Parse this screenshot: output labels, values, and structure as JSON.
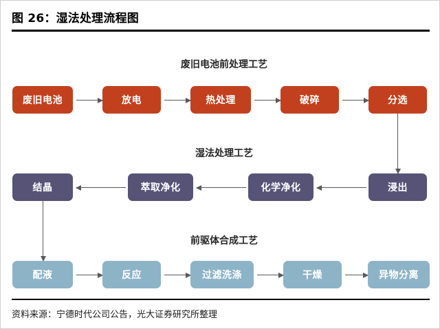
{
  "figure": {
    "title": "图 26：湿法处理流程图",
    "source": "资料来源：宁德时代公司公告，光大证券研究所整理"
  },
  "colors": {
    "pretreatment": "#c2401e",
    "hydrometallurgy": "#565377",
    "precursor": "#8db3c7",
    "connector": "#58595b",
    "rule": "#000000",
    "node_text": "#ffffff"
  },
  "chart_data": {
    "type": "diagram",
    "title": "图 26：湿法处理流程图",
    "sections": [
      {
        "label": "废旧电池前处理工艺",
        "color": "#c2401e",
        "direction": "left-to-right",
        "nodes": [
          "废旧电池",
          "放电",
          "热处理",
          "破碎",
          "分选"
        ]
      },
      {
        "label": "湿法处理工艺",
        "color": "#565377",
        "direction": "right-to-left",
        "nodes": [
          "结晶",
          "萃取净化",
          "化学净化",
          "浸出"
        ]
      },
      {
        "label": "前驱体合成工艺",
        "color": "#8db3c7",
        "direction": "left-to-right",
        "nodes": [
          "配液",
          "反应",
          "过滤洗涤",
          "干燥",
          "异物分离"
        ]
      }
    ],
    "flow_order": [
      "废旧电池",
      "放电",
      "热处理",
      "破碎",
      "分选",
      "浸出",
      "化学净化",
      "萃取净化",
      "结晶",
      "配液",
      "反应",
      "过滤洗涤",
      "干燥",
      "异物分离"
    ],
    "cross_row_links": [
      {
        "from": "分选",
        "to": "浸出",
        "orientation": "vertical"
      },
      {
        "from": "结晶",
        "to": "配液",
        "orientation": "vertical"
      }
    ]
  },
  "row1": {
    "label": "废旧电池前处理工艺",
    "n0": "废旧电池",
    "n1": "放电",
    "n2": "热处理",
    "n3": "破碎",
    "n4": "分选"
  },
  "row2": {
    "label": "湿法处理工艺",
    "n0": "结晶",
    "n1": "萃取净化",
    "n2": "化学净化",
    "n3": "浸出"
  },
  "row3": {
    "label": "前驱体合成工艺",
    "n0": "配液",
    "n1": "反应",
    "n2": "过滤洗涤",
    "n3": "干燥",
    "n4": "异物分离"
  }
}
